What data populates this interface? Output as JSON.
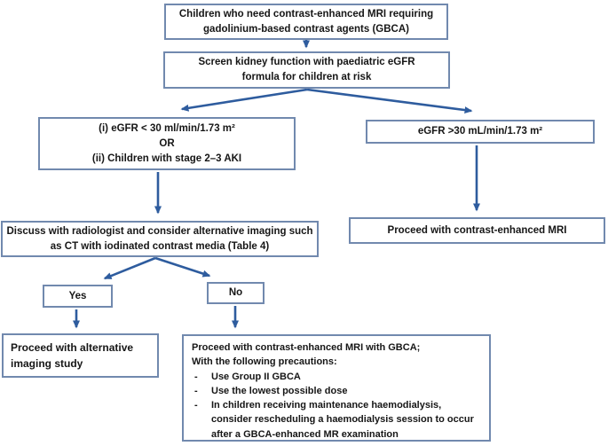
{
  "colors": {
    "box-border": "#7189ae",
    "arrow": "#2e5c9e",
    "text": "#161616",
    "box-bg": "#ffffff"
  },
  "flowchart": {
    "start": {
      "lines": [
        "Children who need contrast-enhanced MRI requiring",
        "gadolinium-based contrast agents (GBCA)"
      ]
    },
    "screen": {
      "lines": [
        "Screen kidney function with paediatric eGFR",
        "formula for children at risk"
      ]
    },
    "low_egfr": {
      "lines": [
        "(i) eGFR < 30 ml/min/1.73 m²",
        "OR",
        "(ii) Children with stage 2–3 AKI"
      ]
    },
    "high_egfr": {
      "label": "eGFR >30 mL/min/1.73 m²"
    },
    "discuss": {
      "lines": [
        "Discuss with radiologist and consider alternative imaging such",
        "as CT with iodinated contrast media (Table 4)"
      ]
    },
    "proceed_mri": {
      "label": "Proceed with contrast-enhanced MRI"
    },
    "yes": {
      "label": "Yes"
    },
    "no": {
      "label": "No"
    },
    "alternative": {
      "lines": [
        "Proceed with alternative",
        "imaging study"
      ]
    },
    "gbca_precautions": {
      "line1": "Proceed with contrast-enhanced MRI with GBCA;",
      "line2": "With the following precautions:",
      "bullets": [
        "Use Group II GBCA",
        "Use the lowest possible dose",
        "In children receiving maintenance haemodialysis, consider rescheduling a haemodialysis session to occur after a GBCA-enhanced MR examination"
      ]
    }
  }
}
